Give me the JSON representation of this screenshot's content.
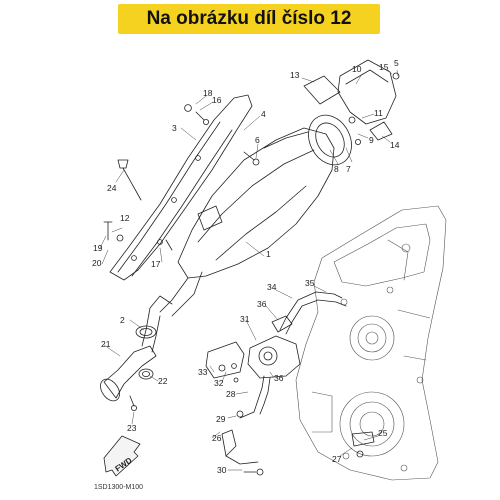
{
  "banner": {
    "title": "Na obrázku díl číslo 12"
  },
  "diagram": {
    "code": "1SD1300-M100",
    "fwd_label": "FWD",
    "callouts": [
      {
        "id": "c1",
        "text": "1"
      },
      {
        "id": "c2",
        "text": "2"
      },
      {
        "id": "c3",
        "text": "3"
      },
      {
        "id": "c4",
        "text": "4"
      },
      {
        "id": "c5",
        "text": "5"
      },
      {
        "id": "c6",
        "text": "6"
      },
      {
        "id": "c7",
        "text": "7"
      },
      {
        "id": "c8",
        "text": "8"
      },
      {
        "id": "c9",
        "text": "9"
      },
      {
        "id": "c10",
        "text": "10"
      },
      {
        "id": "c11",
        "text": "11"
      },
      {
        "id": "c12",
        "text": "12"
      },
      {
        "id": "c13",
        "text": "13"
      },
      {
        "id": "c14",
        "text": "14"
      },
      {
        "id": "c15",
        "text": "15"
      },
      {
        "id": "c16",
        "text": "16"
      },
      {
        "id": "c17",
        "text": "17"
      },
      {
        "id": "c18",
        "text": "18"
      },
      {
        "id": "c19",
        "text": "19"
      },
      {
        "id": "c20",
        "text": "20"
      },
      {
        "id": "c21",
        "text": "21"
      },
      {
        "id": "c22",
        "text": "22"
      },
      {
        "id": "c23",
        "text": "23"
      },
      {
        "id": "c24",
        "text": "24"
      },
      {
        "id": "c25",
        "text": "25"
      },
      {
        "id": "c26",
        "text": "26"
      },
      {
        "id": "c27",
        "text": "27"
      },
      {
        "id": "c28",
        "text": "28"
      },
      {
        "id": "c29",
        "text": "29"
      },
      {
        "id": "c30",
        "text": "30"
      },
      {
        "id": "c31",
        "text": "31"
      },
      {
        "id": "c32",
        "text": "32"
      },
      {
        "id": "c33",
        "text": "33"
      },
      {
        "id": "c34",
        "text": "34"
      },
      {
        "id": "c35",
        "text": "35"
      },
      {
        "id": "c36a",
        "text": "36"
      },
      {
        "id": "c36b",
        "text": "36"
      }
    ]
  }
}
